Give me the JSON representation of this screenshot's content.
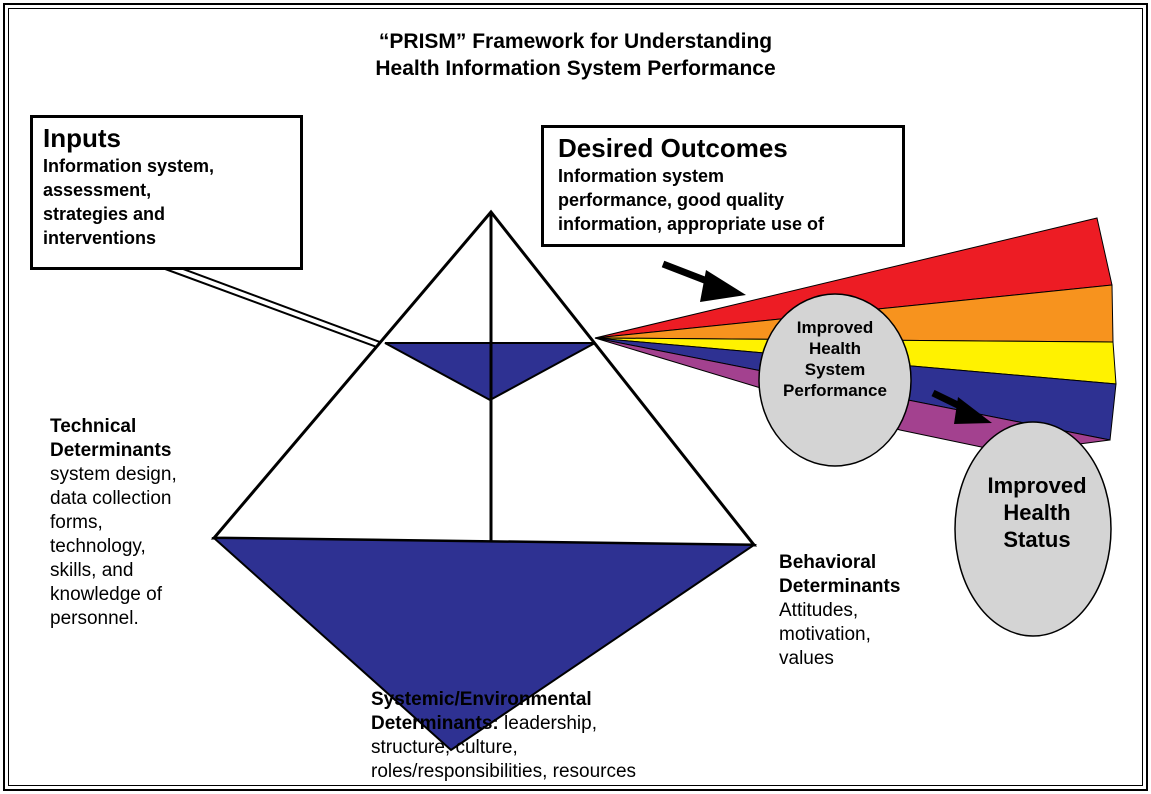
{
  "title": {
    "line1": "“PRISM” Framework for Understanding",
    "line2": "Health Information System Performance"
  },
  "inputs": {
    "heading": "Inputs",
    "lines": [
      "Information system,",
      "assessment,",
      "strategies and",
      "interventions"
    ]
  },
  "outcomes": {
    "heading": "Desired Outcomes",
    "lines": [
      "Information system",
      "performance, good quality",
      "information, appropriate use of"
    ]
  },
  "technical": {
    "heading_lines": [
      "Technical",
      "Determinants"
    ],
    "lines": [
      "system design,",
      "data collection",
      "forms,",
      "technology,",
      "skills, and",
      "knowledge of",
      "personnel."
    ]
  },
  "systemic": {
    "heading_line1": "Systemic/Environmental",
    "heading_line2": "Determinants:",
    "line2_rest": " leadership,",
    "lines": [
      "structure, culture,",
      "roles/responsibilities, resources"
    ]
  },
  "behavioral": {
    "heading_lines": [
      "Behavioral",
      "Determinants"
    ],
    "lines": [
      "Attitudes,",
      "motivation,",
      "values"
    ]
  },
  "oval_health_system": {
    "lines": [
      "Improved",
      "Health",
      "System",
      "Performance"
    ]
  },
  "oval_health_status": {
    "lines": [
      "Improved",
      "Health",
      "Status"
    ]
  },
  "colors": {
    "prism_fill": "#2e3192",
    "spectrum": [
      "#ed1c24",
      "#f7931e",
      "#fff200",
      "#2e3192",
      "#a3418f"
    ],
    "oval_fill": "#d4d4d4"
  }
}
